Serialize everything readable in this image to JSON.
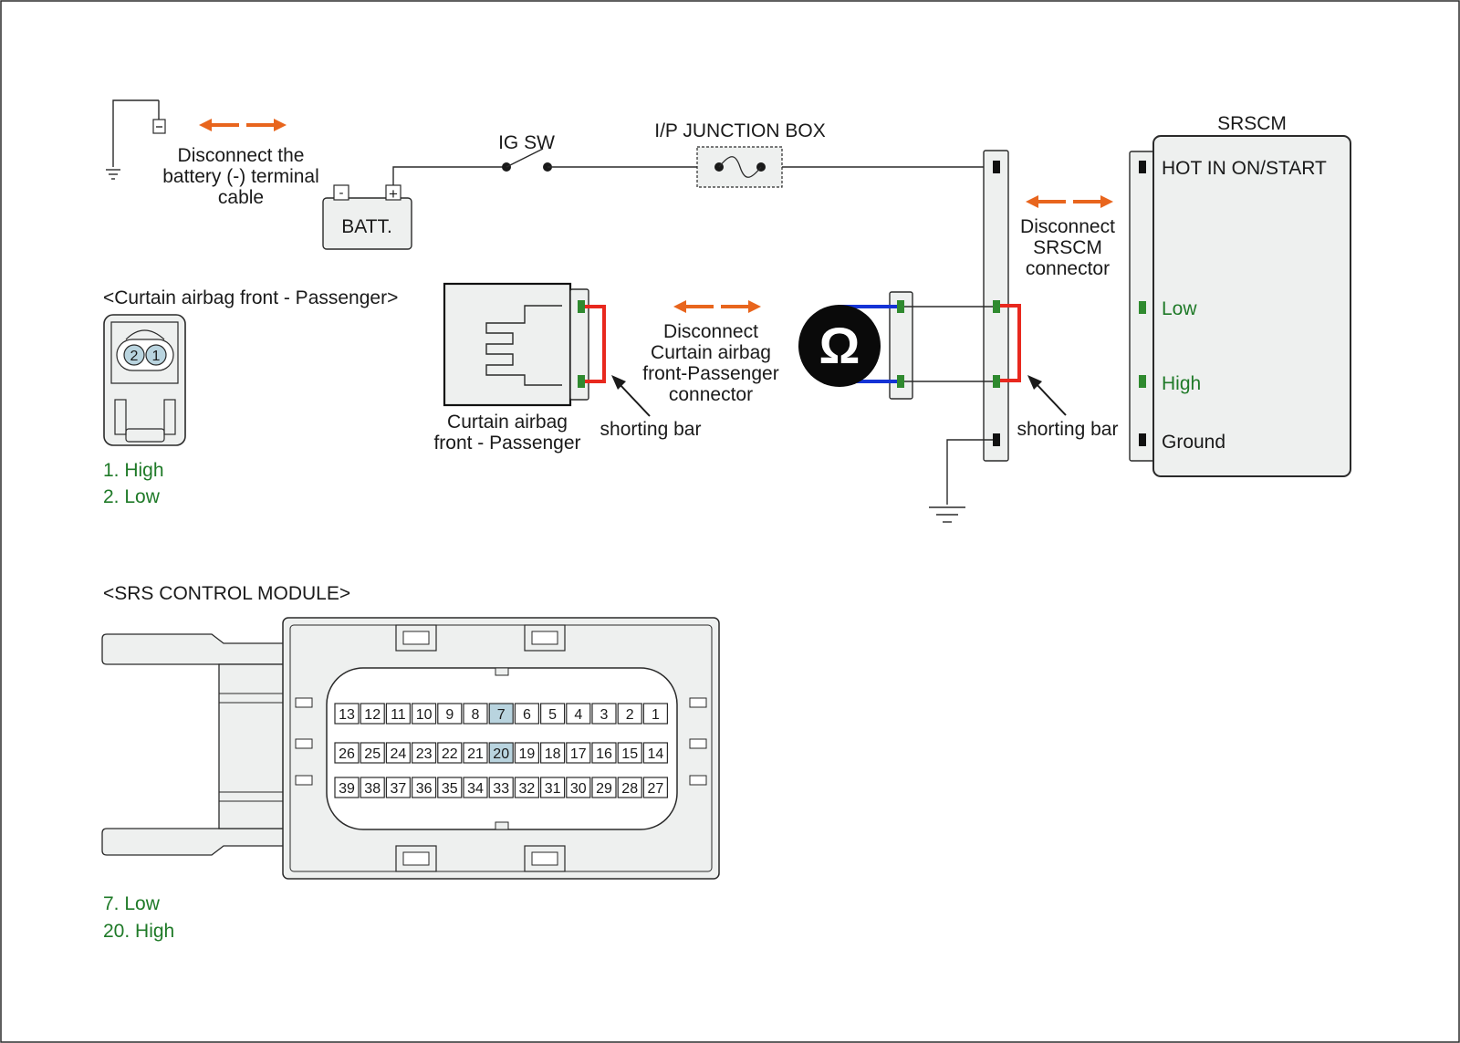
{
  "battery": {
    "disconnect_text": [
      "Disconnect the",
      "battery (-) terminal",
      "cable"
    ],
    "label": "BATT.",
    "minus": "-",
    "plus": "+"
  },
  "ig_sw": "IG SW",
  "ip_junction_box": "I/P JUNCTION BOX",
  "srscm": {
    "title": "SRSCM",
    "disconnect_text": [
      "Disconnect",
      "SRSCM",
      "connector"
    ],
    "pins": [
      "HOT IN ON/START",
      "Low",
      "High",
      "Ground"
    ]
  },
  "curtain": {
    "header": "<Curtain airbag front - Passenger>",
    "component_label": [
      "Curtain airbag",
      "front - Passenger"
    ],
    "disconnect_text": [
      "Disconnect",
      "Curtain airbag",
      "front-Passenger",
      "connector"
    ],
    "shorting_bar": "shorting bar",
    "connector_pins": [
      "2",
      "1"
    ],
    "legend": [
      "1. High",
      "2. Low"
    ]
  },
  "ohm_meter": "Ω",
  "shorting_bar_right": "shorting bar",
  "srs_module": {
    "header": "<SRS CONTROL MODULE>",
    "rows": [
      [
        "13",
        "12",
        "11",
        "10",
        "9",
        "8",
        "7",
        "6",
        "5",
        "4",
        "3",
        "2",
        "1"
      ],
      [
        "26",
        "25",
        "24",
        "23",
        "22",
        "21",
        "20",
        "19",
        "18",
        "17",
        "16",
        "15",
        "14"
      ],
      [
        "39",
        "38",
        "37",
        "36",
        "35",
        "34",
        "33",
        "32",
        "31",
        "30",
        "29",
        "28",
        "27"
      ]
    ],
    "highlighted_pins": [
      "7",
      "20"
    ],
    "legend": [
      "7. Low",
      "20. High"
    ]
  },
  "colors": {
    "arrow": "#e8651d",
    "shorting_bar": "#e8281e",
    "meter_lead": "#1433d6",
    "pin_green": "#2f8a2f",
    "label_green": "#1f7a28",
    "highlight_pin": "#b9d4df"
  }
}
